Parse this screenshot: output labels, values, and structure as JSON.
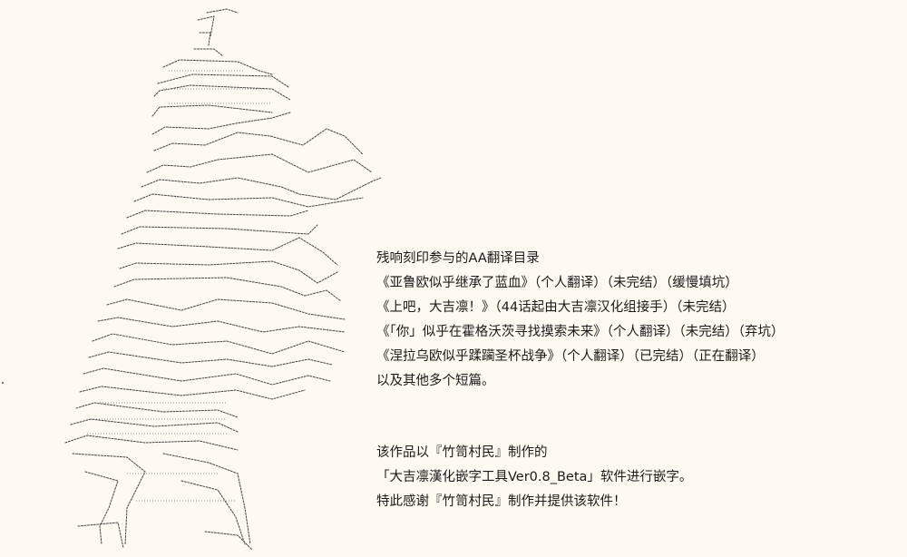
{
  "catalog": {
    "title": "残响刻印参与的AA翻译目录",
    "items": [
      "《亚鲁欧似乎继承了蓝血》（个人翻译）（未完结）（缓慢填坑）",
      "《上吧，大吉凛！》（44话起由大吉凛汉化组接手）（未完结）",
      "《「你」似乎在霍格沃茨寻找摸索未来》（个人翻译）（未完结）（弃坑）",
      "《涅拉乌欧似乎蹂躏圣杯战争》（个人翻译）（已完结）（正在翻译）"
    ],
    "footer": "以及其他多个短篇。"
  },
  "credits": {
    "line1": "该作品以『竹笥村民』制作的",
    "line2": "「大吉凛漢化嵌字工具Ver0.8_Beta」软件进行嵌字。",
    "line3": "特此感谢『竹笥村民』制作并提供该软件！"
  },
  "art": {
    "name": "ascii-art-figure",
    "stroke_color": "#333333"
  }
}
